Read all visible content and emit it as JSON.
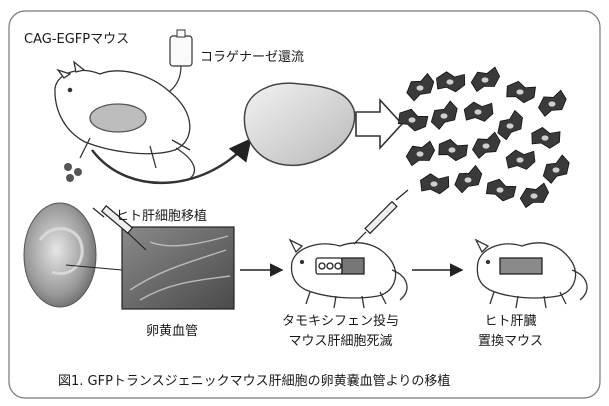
{
  "figure": {
    "mouse_label": "CAG-EGFPマウス",
    "perfusion_label": "コラゲナーゼ還流",
    "transplant_label": "ヒト肝細胞移植",
    "yolk_vessel_label": "卵黄血管",
    "tamoxifen_label_line1": "タモキシフェン投与",
    "tamoxifen_label_line2": "マウス肝細胞死滅",
    "humanized_label_line1": "ヒト肝臓",
    "humanized_label_line2": "置換マウス",
    "caption": "図1. GFPトランスジェニックマウス肝細胞の卵黄嚢血管よりの移植"
  }
}
